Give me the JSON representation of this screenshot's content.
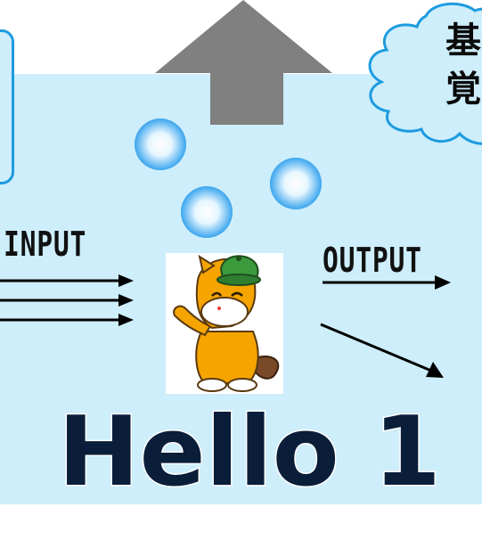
{
  "labels": {
    "input": "INPUT",
    "output": "OUTPUT",
    "title": "Hello 1"
  },
  "cloud": {
    "line1": "基",
    "line2": "覚"
  },
  "colors": {
    "panel": "#cdeefa",
    "box_border": "#1e9be0",
    "arrow_up": "#808080",
    "bubble": "#4db3f0",
    "mascot_body": "#f5a400",
    "mascot_hat": "#3a9a3c"
  },
  "icons": {
    "up_arrow": "up-arrow-icon",
    "bubbles": "bubble-icon",
    "mascot": "mascot-icon",
    "cloud": "thought-cloud-icon"
  }
}
